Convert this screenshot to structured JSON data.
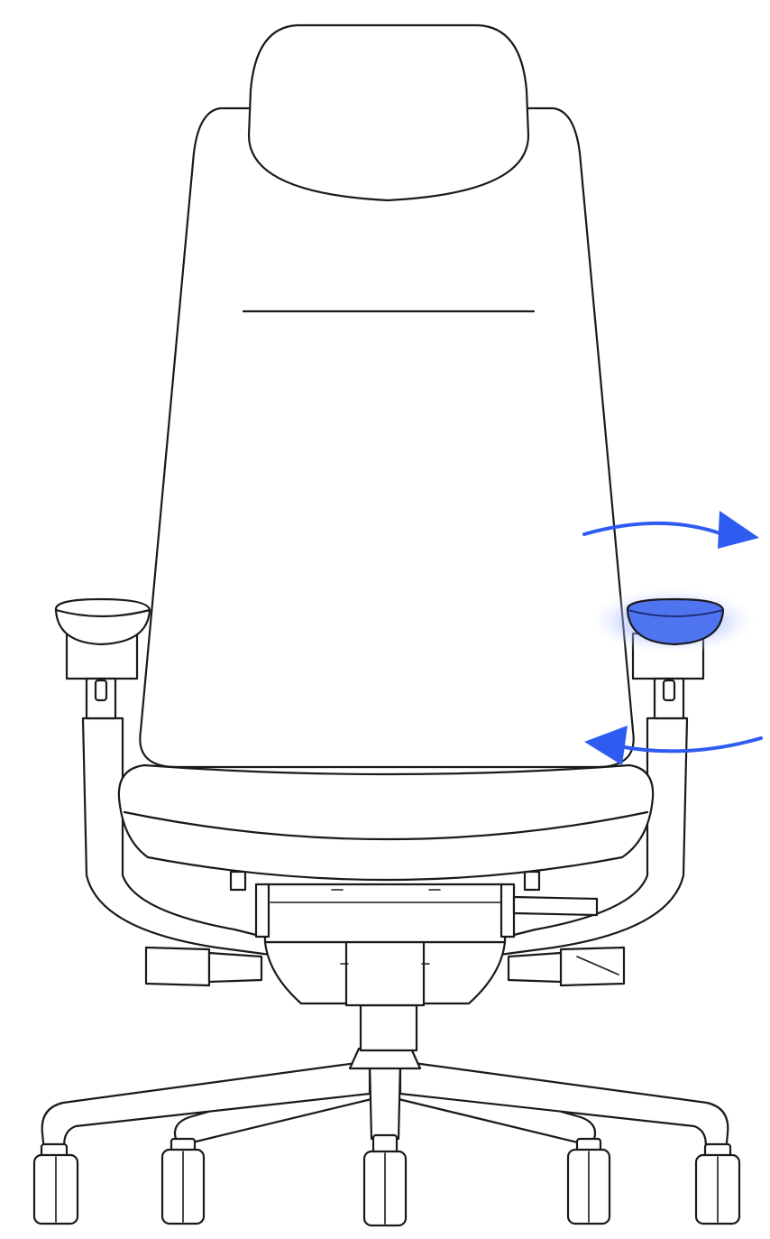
{
  "figure": {
    "subject": "office-chair-armrest-pivot",
    "accent_color": "#2f5cf0",
    "accent_glow": "#9db3ff",
    "line_color": "#1a1a1a",
    "highlighted_part": "right-armrest-pad",
    "rotation_indicator": "arrows-around-right-armrest"
  }
}
